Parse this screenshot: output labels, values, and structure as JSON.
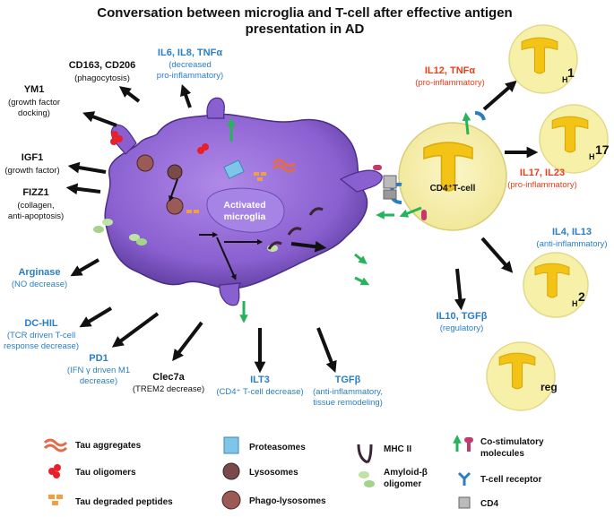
{
  "title": {
    "line1": "Conversation between microglia and T-cell after effective antigen",
    "line2": "presentation in AD"
  },
  "microglia": {
    "label_line1": "Activated",
    "label_line2": "microglia"
  },
  "left_labels": {
    "cd163": {
      "name": "CD163, CD206",
      "desc": "(phagocytosis)"
    },
    "il6": {
      "name": "IL6, IL8, TNFα",
      "desc1": "(decreased",
      "desc2": "pro-inflammatory)"
    },
    "ym1": {
      "name": "YM1",
      "desc1": "(growth factor",
      "desc2": "docking)"
    },
    "igf1": {
      "name": "IGF1",
      "desc": "(growth factor)"
    },
    "fizz1": {
      "name": "FIZZ1",
      "desc1": "(collagen,",
      "desc2": "anti-apoptosis)"
    },
    "arginase": {
      "name": "Arginase",
      "desc": "(NO decrease)"
    },
    "dchil": {
      "name": "DC-HIL",
      "desc1": "(TCR driven T-cell",
      "desc2": "response decrease)"
    },
    "pd1": {
      "name": "PD1",
      "desc1": "(IFN γ driven M1",
      "desc2": "decrease)"
    },
    "clec7a": {
      "name": "Clec7a",
      "desc": "(TREM2 decrease)"
    },
    "ilt3": {
      "name": "ILT3",
      "desc": "(CD4⁺ T-cell decrease)"
    },
    "tgfb_m": {
      "name": "TGFβ",
      "desc1": "(anti-inflammatory,",
      "desc2": "tissue remodeling)"
    }
  },
  "tcell_center": {
    "label": "CD4⁺T-cell"
  },
  "right_labels": {
    "il12": {
      "name": "IL12, TNFα",
      "desc": "(pro-inflammatory)"
    },
    "il17": {
      "name": "IL17, IL23",
      "desc": "(pro-inflammatory)"
    },
    "il4": {
      "name": "IL4, IL13",
      "desc": "(anti-inflammatory)"
    },
    "il10": {
      "name": "IL10, TGFβ",
      "desc": "(regulatory)"
    }
  },
  "tcell_subtypes": {
    "th1": {
      "letter": "T",
      "sub": "H",
      "num": "1"
    },
    "th17": {
      "letter": "T",
      "sub": "H",
      "num": "17"
    },
    "th2": {
      "letter": "T",
      "sub": "H",
      "num": "2"
    },
    "treg": {
      "letter": "T",
      "sub": "reg"
    }
  },
  "legend": {
    "tau_aggregates": "Tau aggregates",
    "tau_oligomers": "Tau oligomers",
    "tau_degraded": "Tau degraded peptides",
    "proteasomes": "Proteasomes",
    "lysosomes": "Lysosomes",
    "phago_lysosomes": "Phago-lysosomes",
    "mhc2": "MHC II",
    "amyloid_line1": "Amyloid-β",
    "amyloid_line2": "oligomer",
    "costim_line1": "Co-stimulatory",
    "costim_line2": "molecules",
    "tcr": "T-cell receptor",
    "cd4": "CD4"
  },
  "colors": {
    "microglia": "#8a5fd0",
    "tcell": "#f6f0a8",
    "tletter": "#f3c316",
    "blue_text": "#2a7ec4",
    "red_text": "#e8401c",
    "costim_arrow": "#27b35b"
  }
}
